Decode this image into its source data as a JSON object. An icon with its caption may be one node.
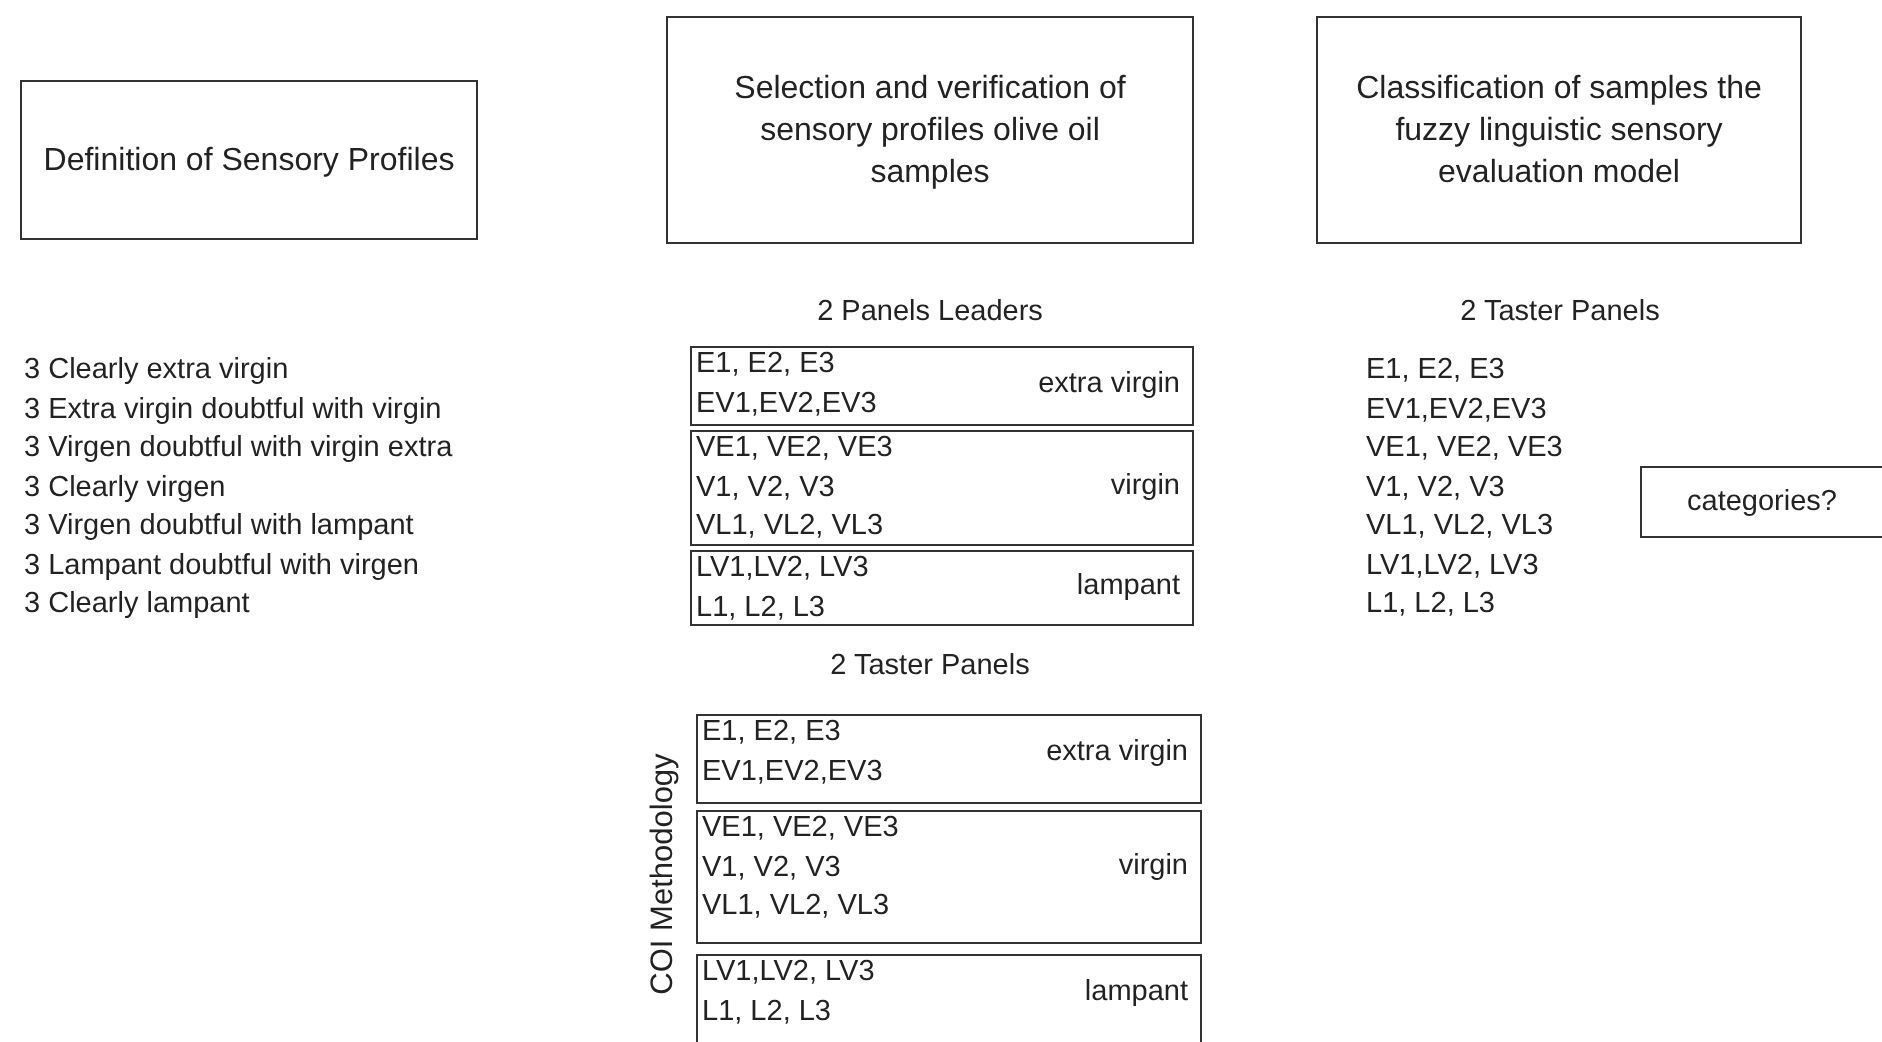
{
  "diagram": {
    "nodes": [
      {
        "text": [
          "Definition of Sensory Profiles"
        ]
      },
      {
        "text": [
          "Selection and verification of sensory profiles olive oil samples"
        ]
      },
      {
        "text": [
          "Classification of samples the fuzzy linguistic sensory evaluation model"
        ]
      },
      {
        "text": [
          "E1, E2, E3",
          "EV1,EV2,EV3",
          "extra virgin"
        ]
      },
      {
        "text": [
          "VE1, VE2, VE3",
          "V1, V2, V3",
          "VL1, VL2, VL3",
          "virgin"
        ]
      },
      {
        "text": [
          "LV1,LV2, LV3",
          "L1, L2, L3",
          "lampant"
        ]
      },
      {
        "text": [
          "categories?"
        ]
      },
      {
        "text": [
          "E1, E2, E3",
          "EV1,EV2,EV3",
          "extra virgin"
        ]
      },
      {
        "text": [
          "VE1, VE2, VE3",
          "V1, V2, V3",
          "VL1, VL2, VL3",
          "virgin"
        ]
      },
      {
        "text": [
          "LV1,LV2, LV3",
          "L1, L2, L3",
          "lampant"
        ]
      }
    ],
    "edges": [],
    "labels": [
      "3 Clearly extra virgin",
      "3 Extra virgin doubtful with virgin",
      "3 Virgen doubtful with virgin extra",
      "3 Clearly virgen",
      "3 Virgen doubtful with lampant",
      "3 Lampant doubtful with virgen",
      "3 Clearly lampant",
      "2 Panels Leaders",
      "2 Taster Panels",
      "E1, E2, E3",
      "EV1,EV2,EV3",
      "VE1, VE2, VE3",
      "V1, V2, V3",
      "VL1, VL2, VL3",
      "LV1,LV2, LV3",
      "L1, L2, L3",
      "2 Taster Panels",
      "COI Methodology"
    ]
  }
}
